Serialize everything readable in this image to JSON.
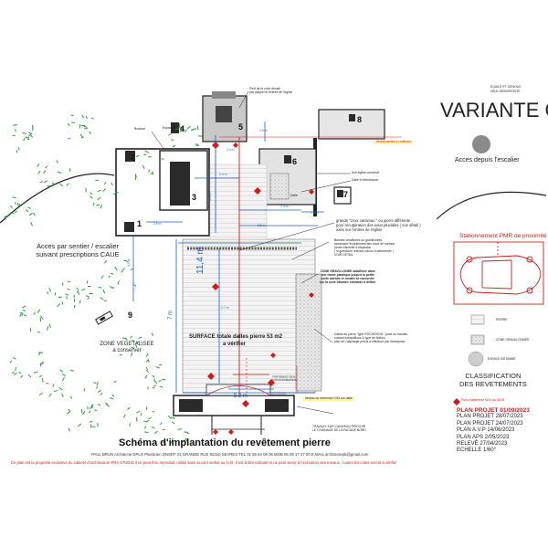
{
  "header": {
    "firm_line1": "EQUILÉ ET GENOUX",
    "firm_line2": "28111 MONVERIOTE",
    "variant": "VARIANTE C"
  },
  "stair_access": {
    "label": "Acces depuis l'escalier"
  },
  "left_notes": {
    "bordure": "Bordure",
    "espace_fenetre": "Espace fenêtre",
    "sentier": "Acces par sentier  / escalier\nsuivant prescriptions CAUE",
    "vegetal_zone": "ZONE VEGETALISEE\na conserver"
  },
  "top_notes": {
    "pied_croix": "Pied de la croix décalé\npar rapport à l'entrée de l'église",
    "niveau": "Niveau arrêté à confirmer",
    "axe_eglise": "Axe église conservé",
    "dalle_refection": "Dalle à réfectionner",
    "dalle_label": "Dalle"
  },
  "right_notes": {
    "croix_caniveau": "grande \"croix  caniveau \" ou pierre différente\npour récupération des eaux pluviales ( voir détail )\naxée sur l'entrée de l'église",
    "bandes": "Bandes vérallisées ou gravillonées\nfavorisant l'écoulement des eaux de surface\npente naturelle à respecter\n( si gravillons retenus coloris à déterminer )\nVOIR DETAIL",
    "zone_gravillonee": "ZONE GRAVILLONEE  stabilisée dans\nune trame plastique jusqu'à la petite\nporte latérale et venant se raccorder\nsur la zone bitumée existante à definir",
    "dalles_pierre": "Dalles de pierre  \"type ROCHERON \" posé en bandes\nsuivant échantillons & type de finition\nplan de Calpinage précis à effectuer  par l'entreprise",
    "traitement": "TRAITEMENT SEUIL\nSUR MUR MÉMORIAL",
    "travaux": "TRAVAUX SUR CANIVEAU PREVOIR\nLE CHAINAGE DE LA FACADE NORD"
  },
  "surface": {
    "label": "SURFACE  totale dalles pierre 53 m2",
    "sub": "a vérifier"
  },
  "parking": {
    "label": "Stationnement PMR  de proximité"
  },
  "legend": {
    "pierre": "PIERRE",
    "gravillon": "ZONE GRAVILLONNÉE",
    "bitume": "ESPACE BITUMINÉ",
    "title": "CLASSIFICATION\nDES  REVETEMENTS"
  },
  "measurements": {
    "d1": "3.9 m",
    "d2": "2.4 m",
    "d3": "2.3 m",
    "d4": "5.5 m",
    "d5": "1.5 m",
    "big": "11,4 m",
    "d6": "2.4 m",
    "d7": "1.5 m",
    "d8": "3.9 m",
    "d9": "7 m",
    "d10": "5.2 m",
    "d11": "2.2 m",
    "d12": "4.2 m",
    "d13": "2.7 m"
  },
  "numbers": [
    "1",
    "2",
    "3",
    "4",
    "5",
    "6",
    "7",
    "8",
    "9"
  ],
  "point_altimetrie": "Point d'altimétrie  KDV du 26/09",
  "niveau_reference": "Niveau de référence 0.00 sur dalle",
  "plan_list": [
    {
      "label": "PLAN  PROJET  01/09/2023",
      "highlight": true
    },
    {
      "label": "PLAN  PROJET  28/07/2023",
      "highlight": false
    },
    {
      "label": "PLAN  PROJET  24/07/2023",
      "highlight": false
    },
    {
      "label": "PLAN A.V.P   14/06/2023",
      "highlight": false
    },
    {
      "label": "PLAN  APS   2/05/2023",
      "highlight": false
    },
    {
      "label": "RELEVÉ 27/04/2023",
      "highlight": false
    },
    {
      "label": "ECHELLE  1/60°",
      "highlight": false
    }
  ],
  "title": "Schéma d'implantation du revêtement pierre",
  "footer": {
    "line1": "PAUL BRUN  Architecte DPLG   Plasticien DNSEP   21 GRANDE RUE 92310 SEVRES   TEL 01 55 64 06 06   MOB 06 09 17 27 00   E.MAIL architectepb@gmail.com",
    "line2": "Ce plan est la propriété exclusive du cabinet d'architecture PRA STUDIO  il ne peut être reproduit, utilisé  sans accord verbal ou écrit. Il est à titre indicatif et ne peut servir à l'exécution des travaux , toutes les cotes seront à vérifier"
  },
  "colors": {
    "accent_red": "#d01c1c",
    "dim_blue": "#1b5fbf",
    "ink": "#222222",
    "tree_green": "#2f9a3c"
  }
}
